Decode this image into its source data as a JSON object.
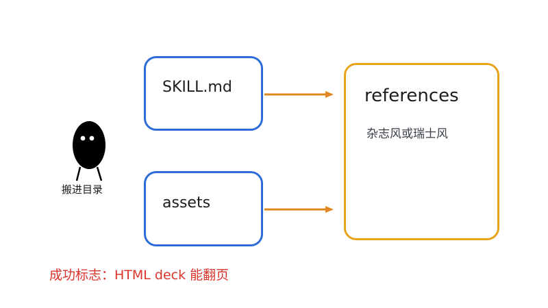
{
  "nodes": {
    "skill": {
      "label": "SKILL.md"
    },
    "assets": {
      "label": "assets"
    },
    "references": {
      "label": "references",
      "note": "杂志风或瑞士风"
    }
  },
  "edges": [
    {
      "from": "skill",
      "to": "references"
    },
    {
      "from": "assets",
      "to": "references"
    }
  ],
  "figure": {
    "label": "搬进目录"
  },
  "success_note": "成功标志：HTML deck 能翻页",
  "colors": {
    "source_border": "#2d6bd6",
    "target_border": "#e8a21a",
    "arrow": "#e2861f",
    "success_text": "#d9342b",
    "figure_fill": "#000000"
  }
}
